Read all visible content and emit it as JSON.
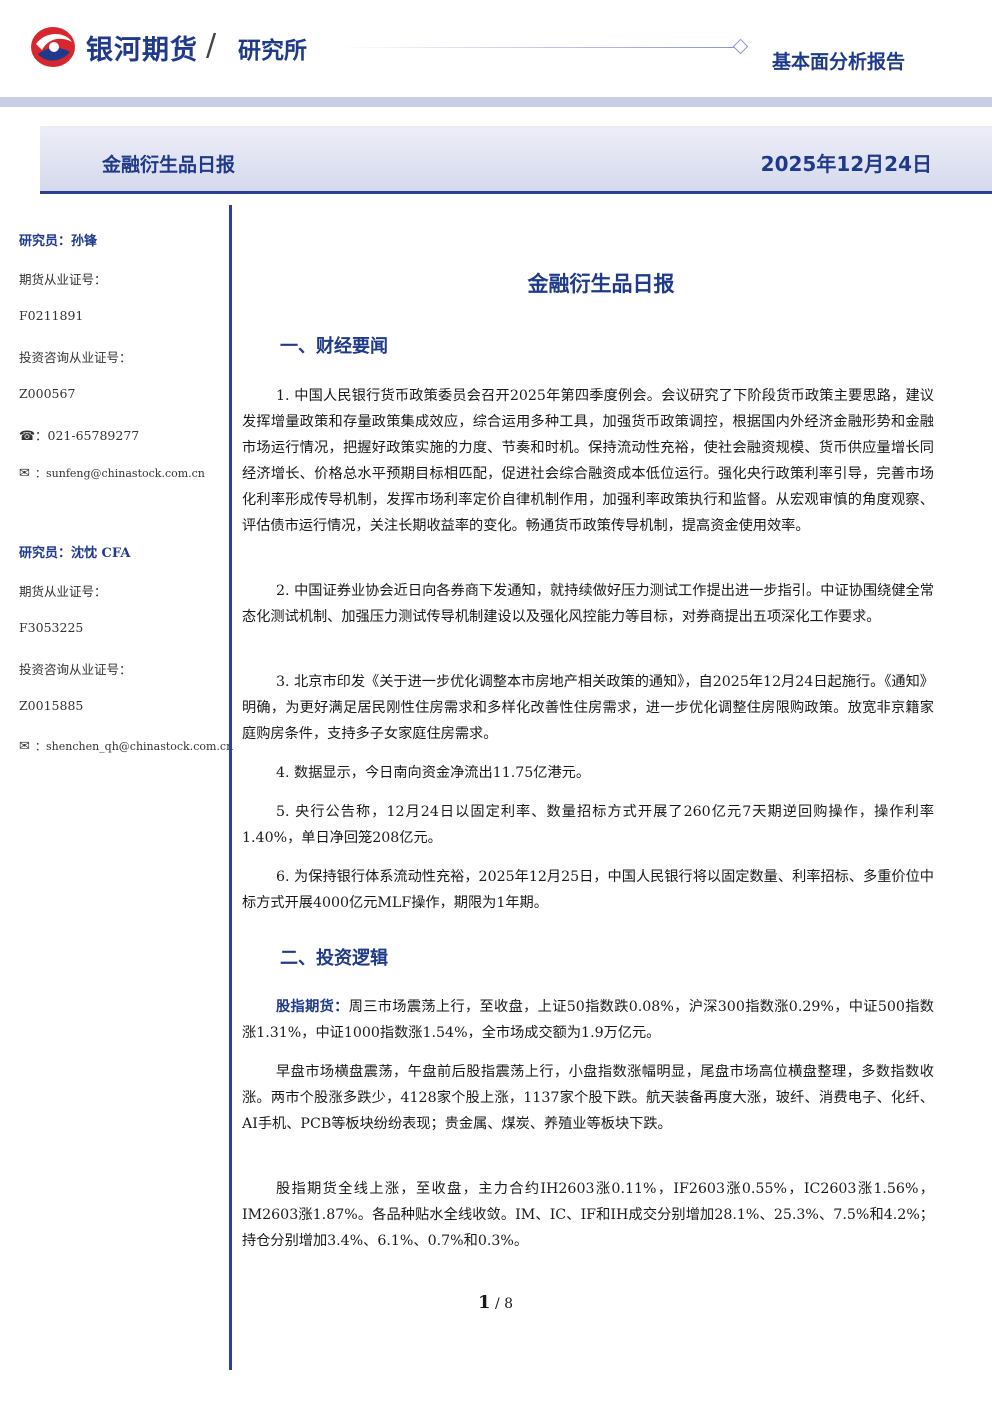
{
  "header": {
    "brand": "银河期货",
    "slash": "/",
    "sub": "研究所",
    "report_type": "基本面分析报告",
    "colors": {
      "brand_blue": "#1f3a8a",
      "logo_red": "#d7262d",
      "rule_blue": "#2f3f96"
    }
  },
  "title_band": {
    "name": "金融衍生品日报",
    "date": "2025年12月24日"
  },
  "sidebar": {
    "analyst1": {
      "label": "研究员：孙锋",
      "futures_cert_label": "期货从业证号：",
      "futures_cert": "F0211891",
      "advisory_cert_label": "投资咨询从业证号：",
      "advisory_cert": "Z000567",
      "phone_icon": "phone-icon",
      "phone": "021-65789277",
      "email_icon": "mail-icon",
      "email": "sunfeng@chinastock.com.cn"
    },
    "analyst2": {
      "label": "研究员：沈忱  CFA",
      "futures_cert_label": "期货从业证号：",
      "futures_cert": "F3053225",
      "advisory_cert_label": "投资咨询从业证号：",
      "advisory_cert": "Z0015885",
      "email_icon": "mail-icon",
      "email": "shenchen_qh@chinastock.com.cn"
    }
  },
  "main": {
    "doc_title": "金融衍生品日报",
    "section1": "一、财经要闻",
    "news": [
      "1. 中国人民银行货币政策委员会召开2025年第四季度例会。会议研究了下阶段货币政策主要思路，建议发挥增量政策和存量政策集成效应，综合运用多种工具，加强货币政策调控，根据国内外经济金融形势和金融市场运行情况，把握好政策实施的力度、节奏和时机。保持流动性充裕，使社会融资规模、货币供应量增长同经济增长、价格总水平预期目标相匹配，促进社会综合融资成本低位运行。强化央行政策利率引导，完善市场化利率形成传导机制，发挥市场利率定价自律机制作用，加强利率政策执行和监督。从宏观审慎的角度观察、评估债市运行情况，关注长期收益率的变化。畅通货币政策传导机制，提高资金使用效率。",
      "2. 中国证券业协会近日向各券商下发通知，就持续做好压力测试工作提出进一步指引。中证协围绕健全常态化测试机制、加强压力测试传导机制建设以及强化风控能力等目标，对券商提出五项深化工作要求。",
      "3. 北京市印发《关于进一步优化调整本市房地产相关政策的通知》，自2025年12月24日起施行。《通知》明确，为更好满足居民刚性住房需求和多样化改善性住房需求，进一步优化调整住房限购政策。放宽非京籍家庭购房条件，支持多子女家庭住房需求。",
      "4. 数据显示，今日南向资金净流出11.75亿港元。",
      "5. 央行公告称，12月24日以固定利率、数量招标方式开展了260亿元7天期逆回购操作，操作利率1.40%，单日净回笼208亿元。",
      "6. 为保持银行体系流动性充裕，2025年12月25日，中国人民银行将以固定数量、利率招标、多重价位中标方式开展4000亿元MLF操作，期限为1年期。"
    ],
    "section2": "二、投资逻辑",
    "logic_kw": "股指期货：",
    "logic_p1": "周三市场震荡上行，至收盘，上证50指数跌0.08%，沪深300指数涨0.29%，中证500指数涨1.31%，中证1000指数涨1.54%，全市场成交额为1.9万亿元。",
    "logic_p2": "早盘市场横盘震荡，午盘前后股指震荡上行，小盘指数涨幅明显，尾盘市场高位横盘整理，多数指数收涨。两市个股涨多跌少，4128家个股上涨，1137家个股下跌。航天装备再度大涨，玻纤、消费电子、化纤、AI手机、PCB等板块纷纷表现；贵金属、煤炭、养殖业等板块下跌。",
    "logic_p3": "股指期货全线上涨，至收盘，主力合约IH2603涨0.11%，IF2603涨0.55%，IC2603涨1.56%，IM2603涨1.87%。各品种贴水全线收敛。IM、IC、IF和IH成交分别增加28.1%、25.3%、7.5%和4.2%；持仓分别增加3.4%、6.1%、0.7%和0.3%。"
  },
  "footer": {
    "page": "1",
    "sep": " / ",
    "total": "8"
  }
}
